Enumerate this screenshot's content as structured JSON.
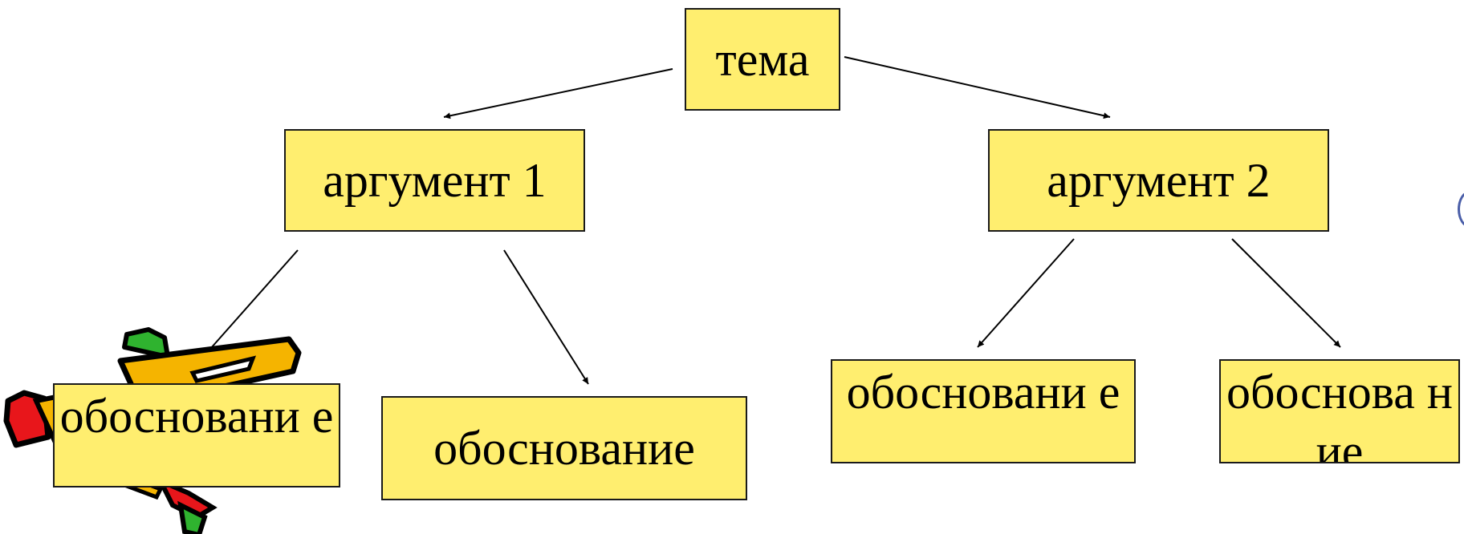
{
  "diagram": {
    "colors": {
      "box_fill": "#ffee6f",
      "box_border": "#1a1a1a",
      "arrow": "#000000"
    },
    "nodes": {
      "topic": "тема",
      "argument_1": "аргумент 1",
      "argument_2": "аргумент 2",
      "reason_1a": "обосновани е",
      "reason_1b": "обоснование",
      "reason_2a": "обосновани е",
      "reason_2b": "обоснова ние"
    },
    "edges": [
      {
        "from": "topic",
        "to": "argument_1"
      },
      {
        "from": "topic",
        "to": "argument_2"
      },
      {
        "from": "argument_1",
        "to": "reason_1a"
      },
      {
        "from": "argument_1",
        "to": "reason_1b"
      },
      {
        "from": "argument_2",
        "to": "reason_2a"
      },
      {
        "from": "argument_2",
        "to": "reason_2b"
      }
    ],
    "decoration": {
      "clipart_icon": "pencils-clipart-icon"
    }
  }
}
